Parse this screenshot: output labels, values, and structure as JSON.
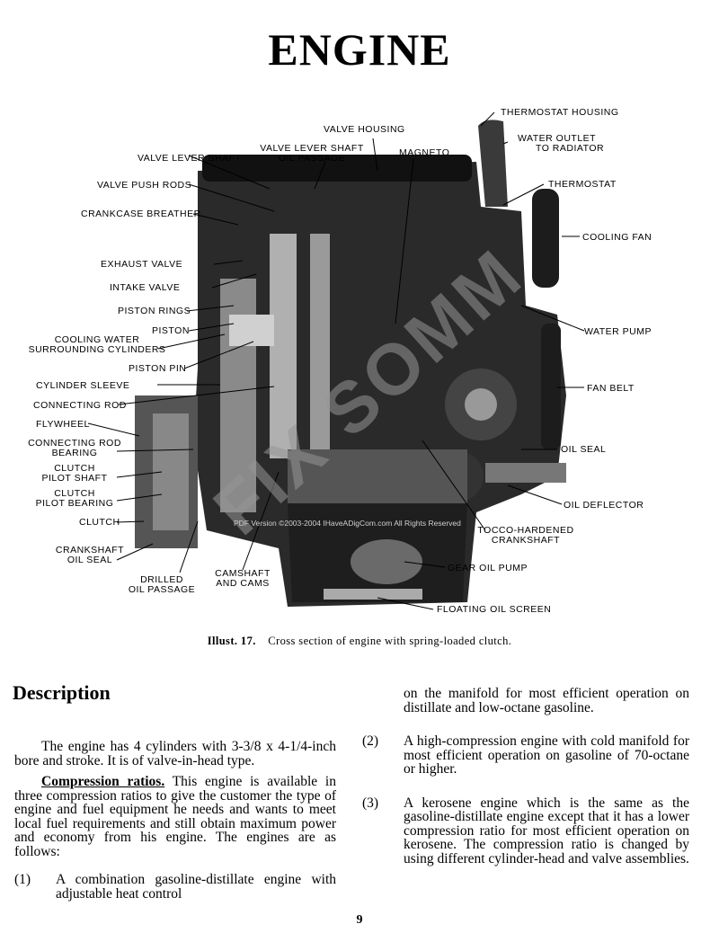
{
  "page": {
    "title": "ENGINE",
    "page_number": "9",
    "watermark": "FIX SOMM",
    "pdf_note": "PDF Version ©2003-2004 IHaveADigCom.com All Rights Reserved"
  },
  "figure": {
    "caption_label": "Illust. 17.",
    "caption_text": "Cross section of engine with spring-loaded clutch.",
    "labels": {
      "thermostat_housing": "THERMOSTAT HOUSING",
      "valve_housing": "VALVE HOUSING",
      "water_outlet_1": "WATER OUTLET",
      "water_outlet_2": "TO RADIATOR",
      "valve_lever_shaft_oil_1": "VALVE LEVER SHAFT",
      "valve_lever_shaft_oil_2": "OIL PASSAGE",
      "magneto": "MAGNETO",
      "valve_lever_shaft": "VALVE LEVER SHAFT",
      "thermostat": "THERMOSTAT",
      "valve_push_rods": "VALVE PUSH RODS",
      "crankcase_breather": "CRANKCASE BREATHER",
      "cooling_fan": "COOLING FAN",
      "exhaust_valve": "EXHAUST VALVE",
      "intake_valve": "INTAKE VALVE",
      "piston_rings": "PISTON RINGS",
      "piston": "PISTON",
      "water_pump": "WATER PUMP",
      "cooling_water_1": "COOLING WATER",
      "cooling_water_2": "SURROUNDING CYLINDERS",
      "piston_pin": "PISTON PIN",
      "cylinder_sleeve": "CYLINDER SLEEVE",
      "fan_belt": "FAN BELT",
      "connecting_rod": "CONNECTING ROD",
      "flywheel": "FLYWHEEL",
      "connecting_rod_bearing_1": "CONNECTING ROD",
      "connecting_rod_bearing_2": "BEARING",
      "oil_seal": "OIL SEAL",
      "clutch_pilot_shaft_1": "CLUTCH",
      "clutch_pilot_shaft_2": "PILOT SHAFT",
      "clutch_pilot_bearing_1": "CLUTCH",
      "clutch_pilot_bearing_2": "PILOT BEARING",
      "oil_deflector": "OIL DEFLECTOR",
      "clutch": "CLUTCH",
      "tocco_1": "TOCCO-HARDENED",
      "tocco_2": "CRANKSHAFT",
      "crankshaft_oil_seal_1": "CRANKSHAFT",
      "crankshaft_oil_seal_2": "OIL SEAL",
      "drilled_oil_1": "DRILLED",
      "drilled_oil_2": "OIL PASSAGE",
      "camshaft_1": "CAMSHAFT",
      "camshaft_2": "AND CAMS",
      "gear_oil_pump": "GEAR OIL PUMP",
      "floating_oil_screen": "FLOATING OIL SCREEN"
    }
  },
  "description": {
    "heading": "Description",
    "p1": "The engine has 4 cylinders with 3-3/8 x 4-1/4-inch bore and stroke. It is of valve-in-head type.",
    "p2_lead": "Compression ratios.",
    "p2": "This engine is available in three compression ratios to give the customer the type of engine and fuel equipment he needs and wants to meet local fuel requirements and still obtain maximum power and economy from his engine. The engines are as follows:",
    "items": [
      {
        "num": "(1)",
        "text": "A combination gasoline-distillate engine with adjustable heat control"
      },
      {
        "num": "",
        "text": "on the manifold for most efficient operation on distillate and low-octane gasoline."
      },
      {
        "num": "(2)",
        "text": "A high-compression engine with cold manifold for most efficient operation on gasoline of 70-octane or higher."
      },
      {
        "num": "(3)",
        "text": "A kerosene engine which is the same as the gasoline-distillate engine except that it has a lower compression ratio for most efficient operation on kerosene. The compression ratio is changed by using different cylinder-head and valve assemblies."
      }
    ]
  }
}
